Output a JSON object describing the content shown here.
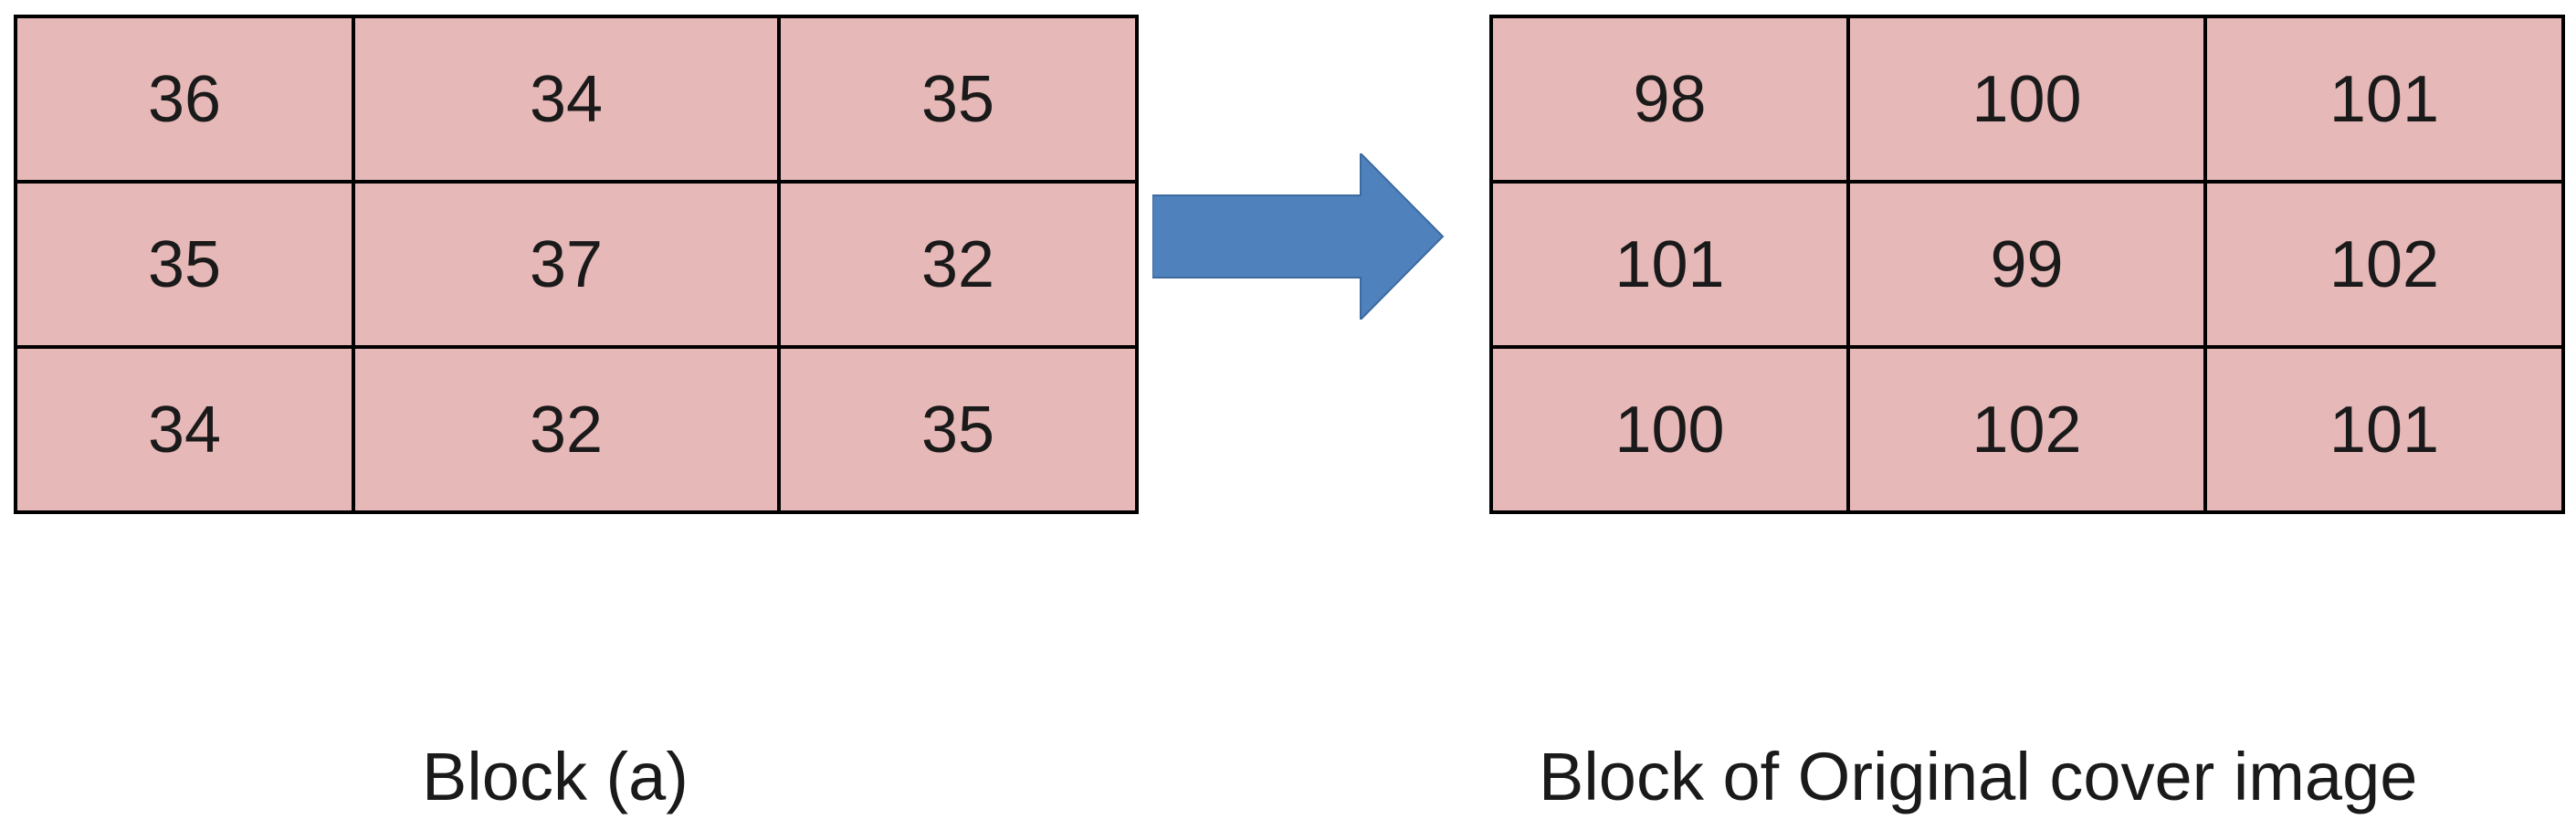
{
  "colors": {
    "cell_fill": "#e6b8b7",
    "arrow_fill": "#4f81bd"
  },
  "left_block": {
    "rows": [
      [
        "36",
        "34",
        "35"
      ],
      [
        "35",
        "37",
        "32"
      ],
      [
        "34",
        "32",
        "35"
      ]
    ],
    "caption": "Block (a)"
  },
  "right_block": {
    "rows": [
      [
        "98",
        "100",
        "101"
      ],
      [
        "101",
        "99",
        "102"
      ],
      [
        "100",
        "102",
        "101"
      ]
    ],
    "caption": "Block of Original cover image"
  },
  "arrow_icon": "right-arrow-icon"
}
